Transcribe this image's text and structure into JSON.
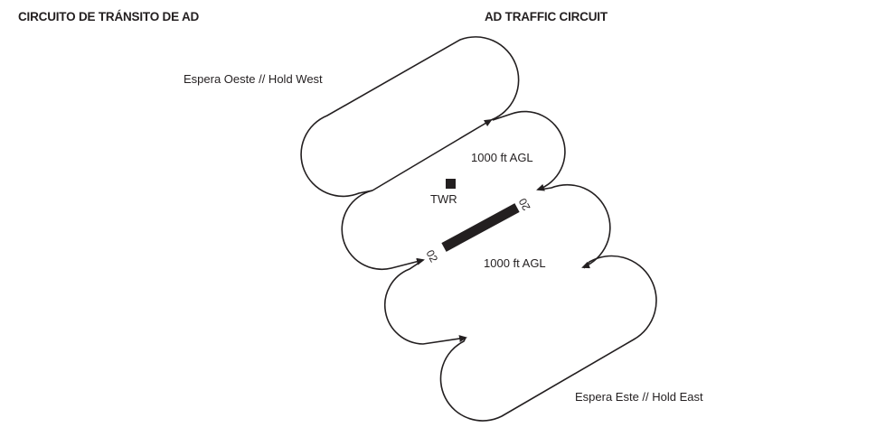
{
  "header": {
    "left_title": "CIRCUITO DE TRÁNSITO DE AD",
    "right_title": "AD TRAFFIC CIRCUIT"
  },
  "labels": {
    "hold_west": "Espera Oeste // Hold West",
    "hold_east": "Espera Este // Hold East",
    "altitude_north": "1000 ft AGL",
    "altitude_south": "1000 ft AGL",
    "tower": "TWR"
  },
  "runway": {
    "threshold_southwest": "02",
    "threshold_northeast": "20"
  },
  "colors": {
    "ink": "#231f20",
    "background": "#ffffff"
  }
}
